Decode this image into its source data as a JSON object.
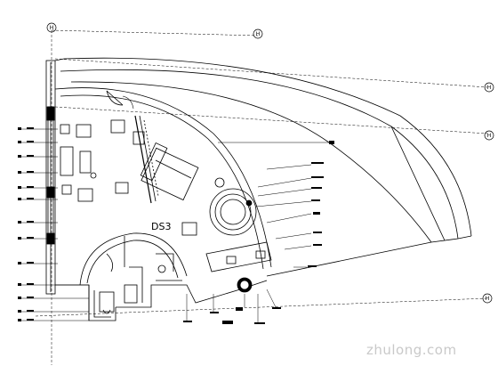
{
  "room_label": "DS3",
  "grid_axes": [
    "H",
    "H",
    "H",
    "H",
    "H"
  ],
  "watermark": "zhulong.com"
}
